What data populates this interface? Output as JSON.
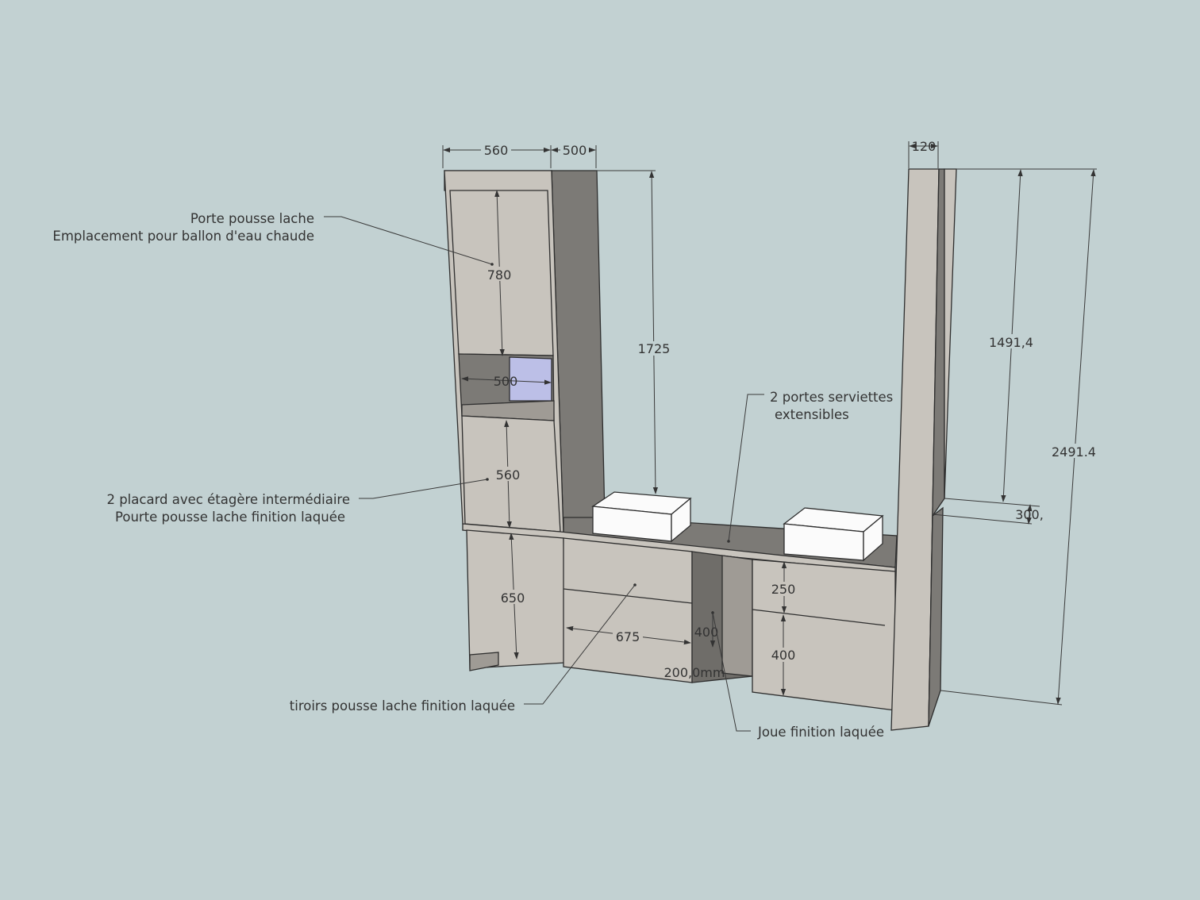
{
  "dimensions": {
    "top_width_left": "560",
    "top_depth": "500",
    "top_right_thickness": "120",
    "upper_door_height": "780",
    "niche_width": "500",
    "total_height_mid": "1725",
    "lower_door_height": "560",
    "base_height": "650",
    "drawer_width": "675",
    "drawer_height_a": "400",
    "gap_width": "200,0mm",
    "drawer_top_height": "250",
    "drawer_bottom_height": "400",
    "right_inner_height": "1491,4",
    "right_total_height": "2491.4",
    "right_depth": "300,"
  },
  "notes": {
    "hot_water_line1": "Porte pousse lache",
    "hot_water_line2": "Emplacement pour ballon d'eau chaude",
    "cupboard_line1": "2 placard avec étagère intermédiaire",
    "cupboard_line2": "Pourte pousse lache finition laquée",
    "towel_line1": "2 portes serviettes",
    "towel_line2": "extensibles",
    "drawers": "tiroirs pousse lache finition laquée",
    "side_panel": "Joue finition laquée"
  },
  "colors": {
    "background": "#c2d1d2",
    "panel_light": "#c8c4bd",
    "panel_dark": "#7c7a76",
    "glass": "#bcbfe7",
    "basin": "#fbfbfb"
  }
}
